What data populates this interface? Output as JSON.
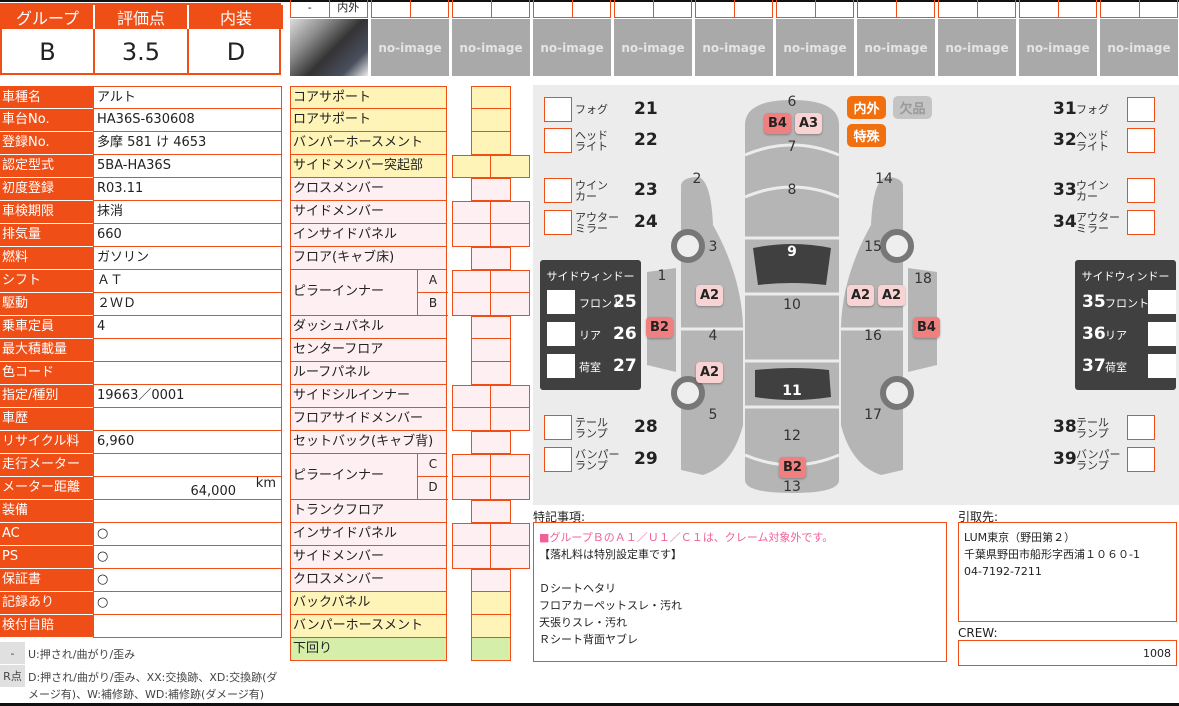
{
  "grade": {
    "headers": [
      "グループ",
      "評価点",
      "内装"
    ],
    "values": [
      "B",
      "3.5",
      "D"
    ]
  },
  "photos": [
    {
      "h1": "-",
      "h2": "内外",
      "type": "photo"
    },
    {
      "h1": "",
      "h2": "",
      "type": "no-image"
    },
    {
      "h1": "",
      "h2": "",
      "type": "no-image"
    },
    {
      "h1": "",
      "h2": "",
      "type": "no-image"
    },
    {
      "h1": "",
      "h2": "",
      "type": "no-image"
    },
    {
      "h1": "",
      "h2": "",
      "type": "no-image"
    },
    {
      "h1": "",
      "h2": "",
      "type": "no-image"
    },
    {
      "h1": "",
      "h2": "",
      "type": "no-image"
    },
    {
      "h1": "",
      "h2": "",
      "type": "no-image"
    },
    {
      "h1": "",
      "h2": "",
      "type": "no-image"
    },
    {
      "h1": "",
      "h2": "",
      "type": "no-image"
    }
  ],
  "no_image_label": "no-image",
  "vehicle": [
    {
      "k": "車種名",
      "v": "アルト"
    },
    {
      "k": "車台No.",
      "v": "HA36S-630608"
    },
    {
      "k": "登録No.",
      "v": "多摩 581 け 4653"
    },
    {
      "k": "認定型式",
      "v": "5BA-HA36S"
    },
    {
      "k": "初度登録",
      "v": "R03.11"
    },
    {
      "k": "車検期限",
      "v": "抹消"
    },
    {
      "k": "排気量",
      "v": "660"
    },
    {
      "k": "燃料",
      "v": "ガソリン"
    },
    {
      "k": "シフト",
      "v": "ＡＴ"
    },
    {
      "k": "駆動",
      "v": "２ＷＤ"
    },
    {
      "k": "乗車定員",
      "v": "4"
    },
    {
      "k": "最大積載量",
      "v": ""
    },
    {
      "k": "色コード",
      "v": ""
    },
    {
      "k": "指定/種別",
      "v": "19663／0001"
    },
    {
      "k": "車歴",
      "v": ""
    },
    {
      "k": "リサイクル料",
      "v": "6,960"
    },
    {
      "k": "走行メーター",
      "v": ""
    },
    {
      "k": "メーター距離",
      "v": "64,000",
      "unit": "km"
    },
    {
      "k": "装備",
      "v": ""
    },
    {
      "k": "AC",
      "v": "○"
    },
    {
      "k": "PS",
      "v": "○"
    },
    {
      "k": "保証書",
      "v": "○"
    },
    {
      "k": "記録あり",
      "v": "○"
    },
    {
      "k": "検付自賠",
      "v": ""
    }
  ],
  "frame": [
    {
      "label": "コアサポート",
      "c": "y",
      "t": "s"
    },
    {
      "label": "ロアサポート",
      "c": "y",
      "t": "s"
    },
    {
      "label": "バンパーホースメント",
      "c": "y",
      "t": "s"
    },
    {
      "label": "サイドメンバー突起部",
      "c": "y",
      "t": "d"
    },
    {
      "label": "クロスメンバー",
      "c": "p",
      "t": "s"
    },
    {
      "label": "サイドメンバー",
      "c": "p",
      "t": "d"
    },
    {
      "label": "インサイドパネル",
      "c": "p",
      "t": "d"
    },
    {
      "label": "フロア(キャブ床)",
      "c": "p",
      "t": "s"
    },
    {
      "label": "ピラーインナー",
      "sub": [
        "A",
        "B"
      ],
      "c": "p",
      "t": "d"
    },
    {
      "label": "ダッシュパネル",
      "c": "p",
      "t": "s"
    },
    {
      "label": "センターフロア",
      "c": "p",
      "t": "s"
    },
    {
      "label": "ルーフパネル",
      "c": "p",
      "t": "s"
    },
    {
      "label": "サイドシルインナー",
      "c": "p",
      "t": "d"
    },
    {
      "label": "フロアサイドメンバー",
      "c": "p",
      "t": "d"
    },
    {
      "label": "セットバック(キャブ背)",
      "c": "p",
      "t": "s"
    },
    {
      "label": "ピラーインナー",
      "sub": [
        "C",
        "D"
      ],
      "c": "p",
      "t": "d"
    },
    {
      "label": "トランクフロア",
      "c": "p",
      "t": "s"
    },
    {
      "label": "インサイドパネル",
      "c": "p",
      "t": "d"
    },
    {
      "label": "サイドメンバー",
      "c": "p",
      "t": "d"
    },
    {
      "label": "クロスメンバー",
      "c": "p",
      "t": "s"
    },
    {
      "label": "バックパネル",
      "c": "y",
      "t": "s"
    },
    {
      "label": "バンパーホースメント",
      "c": "y",
      "t": "s"
    },
    {
      "label": "下回り",
      "c": "g",
      "t": "s"
    }
  ],
  "colors": {
    "accent": "#f04e17",
    "y": "#fff4b8",
    "p": "#fdeff2",
    "g": "#d5efaa",
    "dmgB": "#f08080",
    "dmgA": "#f9d3d3",
    "pill": "#f07010"
  },
  "diagram": {
    "left_items": [
      {
        "n": "21",
        "l": "フォグ"
      },
      {
        "n": "22",
        "l": "ヘッド\nライト"
      },
      {
        "n": "23",
        "l": "ウイン\nカー"
      },
      {
        "n": "24",
        "l": "アウター\nミラー"
      },
      {
        "n": "28",
        "l": "テール\nランプ"
      },
      {
        "n": "29",
        "l": "バンパー\nランプ"
      }
    ],
    "right_items": [
      {
        "n": "31",
        "l": "フォグ"
      },
      {
        "n": "32",
        "l": "ヘッド\nライト"
      },
      {
        "n": "33",
        "l": "ウイン\nカー"
      },
      {
        "n": "34",
        "l": "アウター\nミラー"
      },
      {
        "n": "38",
        "l": "テール\nランプ"
      },
      {
        "n": "39",
        "l": "バンパー\nランプ"
      }
    ],
    "side_window_title": "サイドウィンドー",
    "left_windows": [
      {
        "n": "25",
        "l": "フロント"
      },
      {
        "n": "26",
        "l": "リア"
      },
      {
        "n": "27",
        "l": "荷室"
      }
    ],
    "right_windows": [
      {
        "n": "35",
        "l": "フロント"
      },
      {
        "n": "36",
        "l": "リア"
      },
      {
        "n": "37",
        "l": "荷室"
      }
    ],
    "panel_numbers": [
      "1",
      "2",
      "3",
      "4",
      "5",
      "6",
      "7",
      "8",
      "9",
      "10",
      "11",
      "12",
      "13",
      "14",
      "15",
      "16",
      "17",
      "18"
    ],
    "buttons": {
      "naigai": "内外",
      "ketsuhin": "欠品",
      "tokushu": "特殊"
    },
    "marks": [
      {
        "code": "B4",
        "kind": "b"
      },
      {
        "code": "A3",
        "kind": "a"
      },
      {
        "code": "A2",
        "kind": "a"
      },
      {
        "code": "A2",
        "kind": "a"
      },
      {
        "code": "A2",
        "kind": "a"
      },
      {
        "code": "A2",
        "kind": "a"
      },
      {
        "code": "B2",
        "kind": "b"
      },
      {
        "code": "B4",
        "kind": "b"
      },
      {
        "code": "B2",
        "kind": "b"
      }
    ]
  },
  "notes": {
    "label": "特記事項:",
    "lines": [
      "■グループＢのＡ１／Ｕ１／Ｃ１は、クレーム対象外です。",
      "【落札料は特別設定車です】",
      "",
      "Ｄシートヘタリ",
      "フロアカーペットスレ・汚れ",
      "天張りスレ・汚れ",
      "Ｒシート背面ヤブレ"
    ]
  },
  "pickup": {
    "label": "引取先:",
    "lines": [
      "LUM東京（野田第２）",
      "千葉県野田市船形字西浦１０６０-1",
      "04-7192-7211"
    ]
  },
  "crew": {
    "label": "CREW:",
    "value": "1008"
  },
  "legend": [
    {
      "key": "-",
      "text": "U:押され/曲がり/歪み"
    },
    {
      "key": "R点",
      "text": "D:押され/曲がり/歪み、XX:交換跡、XD:交換跡(ダメージ有)、W:補修跡、WD:補修跡(ダメージ有)"
    }
  ]
}
